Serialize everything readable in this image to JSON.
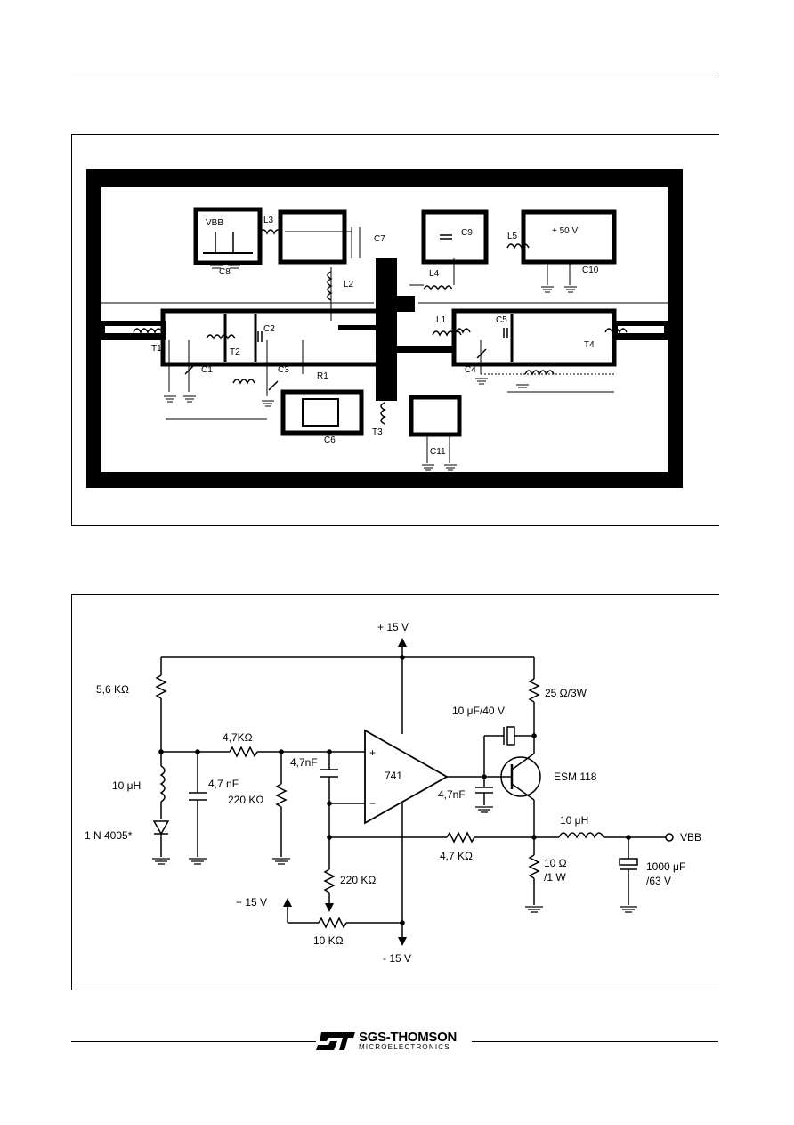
{
  "figure1": {
    "labels": {
      "vbb": "VBB",
      "c8": "C8",
      "l3": "L3",
      "c7": "C7",
      "l2": "L2",
      "c9": "C9",
      "l5": "L5",
      "plus50": "+ 50 V",
      "c10": "C10",
      "l4": "L4",
      "l1": "L1",
      "c5": "C5",
      "t4": "T4",
      "t1": "T1",
      "t2": "T2",
      "c2": "C2",
      "c1": "C1",
      "c3": "C3",
      "r1": "R1",
      "c4": "C4",
      "c6": "C6",
      "t3": "T3",
      "c11": "C11"
    }
  },
  "figure2": {
    "labels": {
      "plus15_top": "+ 15 V",
      "r56k": "5,6 KΩ",
      "r25": "25 Ω/3W",
      "c10uf": "10 μF/40 V",
      "r47k_a": "4,7KΩ",
      "c47n_a": "4,7nF",
      "opamp": "741",
      "esm": "ESM 118",
      "l10uh_a": "10 μH",
      "c47n_b": "4,7 nF",
      "r220k_a": "220 KΩ",
      "c47n_c": "4,7nF",
      "diode": "1 N 4005*",
      "r47k_b": "4,7 KΩ",
      "l10uh_b": "10 μH",
      "vbb": "VBB",
      "r10": "10 Ω",
      "r10w": "/1 W",
      "c1000": "1000 μF",
      "c1000v": "/63 V",
      "r220k_b": "220 KΩ",
      "plus15_left": "+ 15 V",
      "r10k": "10 KΩ",
      "minus15": "- 15 V",
      "plus_sign": "+",
      "minus_sign": "−"
    }
  },
  "footer": {
    "logo_main": "SGS-THOMSON",
    "logo_sub": "MICROELECTRONICS"
  }
}
